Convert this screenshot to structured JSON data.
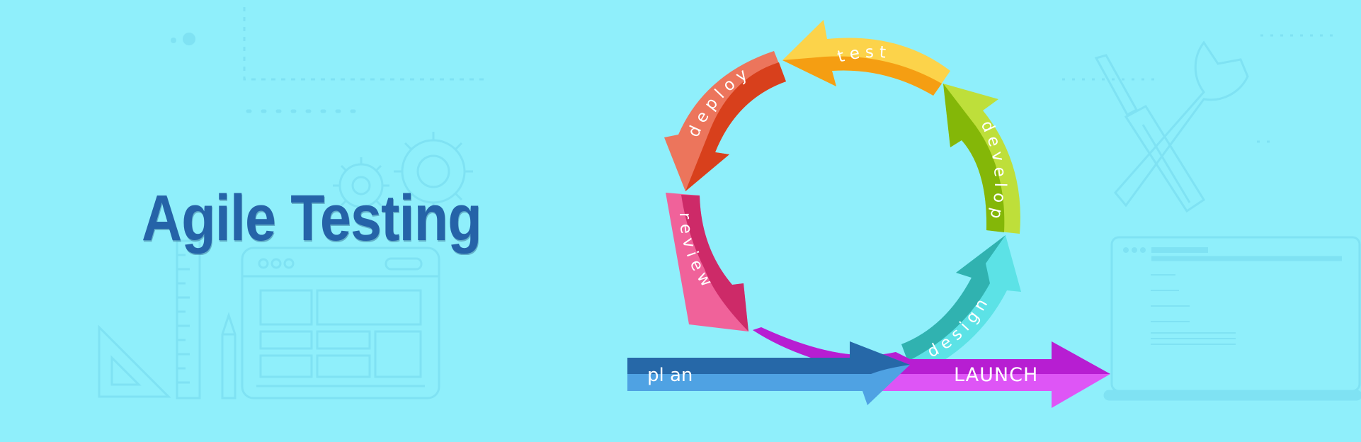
{
  "title": "Agile Testing",
  "colors": {
    "background": "#8FEFFB",
    "title": "#2563A8",
    "decoration": "#7FE2F3",
    "arrow_label": "#FFFFFF"
  },
  "diagram": {
    "type": "cycle",
    "cycle_stages": [
      {
        "name": "review",
        "label": "r e v i e w",
        "dark": "#CD2A68",
        "light": "#F0629A"
      },
      {
        "name": "deploy",
        "label": "d e p l o y",
        "dark": "#D8401C",
        "light": "#EC755C"
      },
      {
        "name": "test",
        "label": "t e s t",
        "dark": "#F59E12",
        "light": "#FCD34A"
      },
      {
        "name": "develop",
        "label": "d e v e l o p",
        "dark": "#84B708",
        "light": "#BEDF3A"
      },
      {
        "name": "design",
        "label": "d e s i g n",
        "dark": "#30B2B0",
        "light": "#5CE2E6"
      }
    ],
    "launch": {
      "label": "LAUNCH",
      "dark": "#B71ED2",
      "light": "#DE55F6"
    },
    "plan": {
      "label": "pl an",
      "dark": "#2668A8",
      "light": "#4FA2E3"
    }
  },
  "icons": [
    "gear-icon",
    "ruler-icon",
    "triangle-ruler-icon",
    "pencil-icon",
    "browser-window-icon",
    "screwdriver-icon",
    "wrench-icon",
    "laptop-icon"
  ]
}
